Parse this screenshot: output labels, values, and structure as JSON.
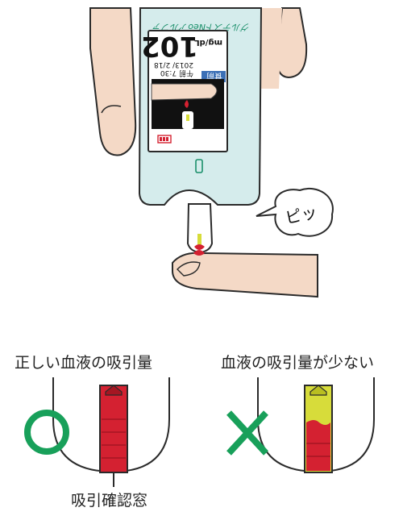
{
  "device": {
    "brand": "グルテストNeoアルファ",
    "unit": "mg/dL",
    "reading": "102",
    "date": "2013/ 2/18",
    "time": "午前 7:30",
    "meal_tag": "食前",
    "flipped": true
  },
  "speech_bubble": {
    "text": "ピッ"
  },
  "labels": {
    "correct": "正しい血液の吸引量",
    "insufficient": "血液の吸引量が少ない",
    "window": "吸引確認窓"
  },
  "marks": {
    "correct": "circle-mark",
    "incorrect": "cross-mark"
  },
  "colors": {
    "mark_green": "#18a05a",
    "blood_red": "#d42131",
    "sensor_yellow": "#d7dc3a",
    "device_body": "#d5ecec",
    "skin": "#f4d9c6",
    "outline": "#2a2a2a"
  }
}
